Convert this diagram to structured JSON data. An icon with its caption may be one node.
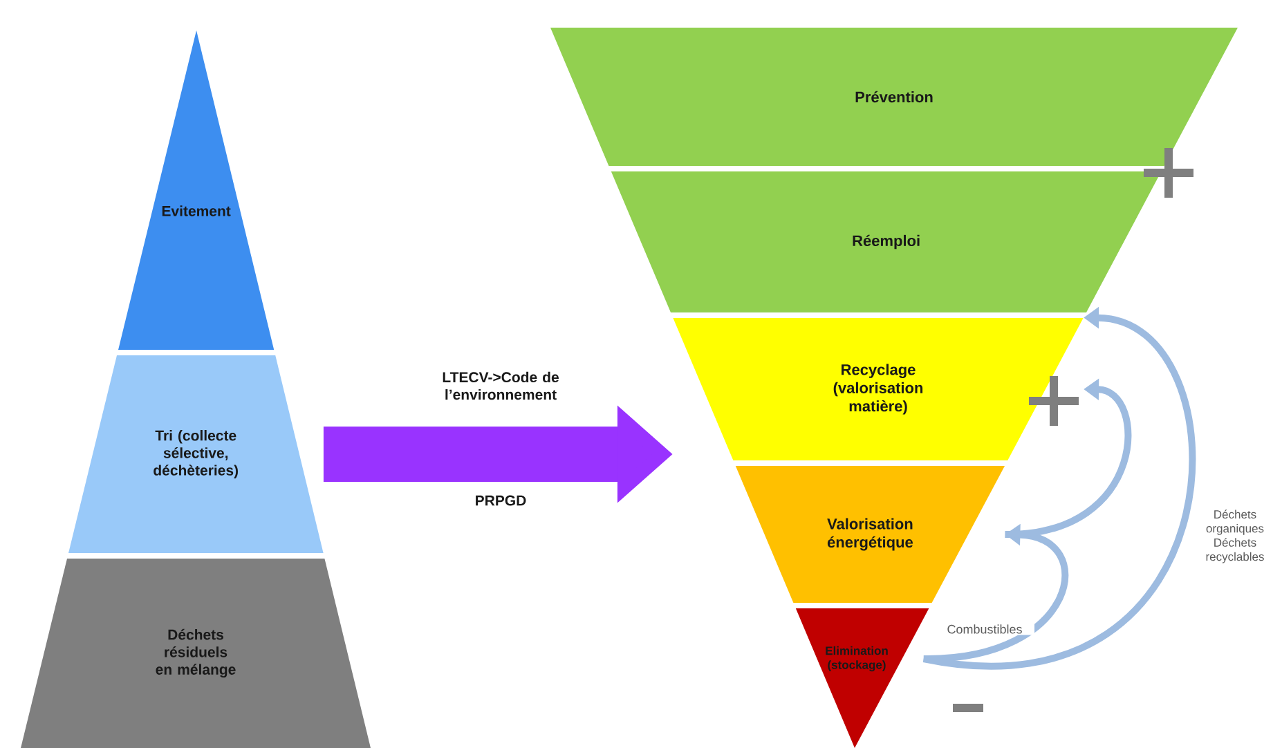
{
  "diagram": {
    "nodes": [
      {
        "text": [
          "Evitement"
        ]
      },
      {
        "text": [
          "Tri (collecte sélective, déchèteries)"
        ]
      },
      {
        "text": [
          "Déchets résiduels en mélange"
        ]
      },
      {
        "text": [
          "Prévention"
        ]
      },
      {
        "text": [
          "Réemploi"
        ]
      },
      {
        "text": [
          "Recyclage (valorisation matière)"
        ]
      },
      {
        "text": [
          "Valorisation énergétique"
        ]
      },
      {
        "text": [
          "Elimination (stockage)"
        ]
      }
    ],
    "edges": [
      {
        "from": 1,
        "to": 5,
        "arrow": "to",
        "style": "thick",
        "color": "#9933ff",
        "label": "LTECV->Code de l’environnement"
      },
      {
        "from": 7,
        "to": 6,
        "arrow": "to",
        "label": "Combustibles"
      },
      {
        "from": 6,
        "to": 5,
        "arrow": "to"
      },
      {
        "from": 7,
        "to": 5,
        "arrow": "to",
        "label": "Déchets organiques Déchets recyclables"
      }
    ],
    "labels": [
      "PRPGD"
    ]
  }
}
